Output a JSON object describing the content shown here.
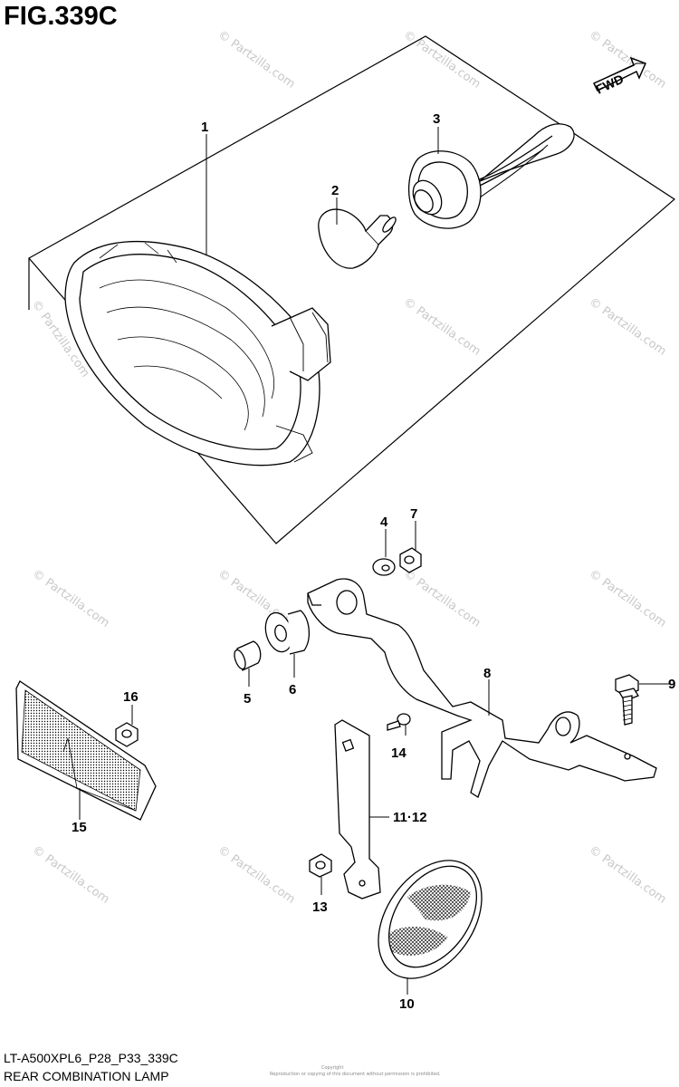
{
  "figure": {
    "title": "FIG.339C",
    "model_code": "LT-A500XPL6_P28_P33_339C",
    "caption": "REAR COMBINATION LAMP",
    "fwd_label": "FWD",
    "copyright": "Copyright",
    "copyright_sub": "Reproduction or copying of this document without permission is prohibited."
  },
  "watermark": {
    "text": "© Partzilla.com",
    "color": "#c8c8c8"
  },
  "callouts": [
    {
      "id": "1",
      "label": "1"
    },
    {
      "id": "2",
      "label": "2"
    },
    {
      "id": "3",
      "label": "3"
    },
    {
      "id": "4",
      "label": "4"
    },
    {
      "id": "5",
      "label": "5"
    },
    {
      "id": "6",
      "label": "6"
    },
    {
      "id": "7",
      "label": "7"
    },
    {
      "id": "8",
      "label": "8"
    },
    {
      "id": "9",
      "label": "9"
    },
    {
      "id": "10",
      "label": "10"
    },
    {
      "id": "11-12",
      "label": "11·12"
    },
    {
      "id": "13",
      "label": "13"
    },
    {
      "id": "14",
      "label": "14"
    },
    {
      "id": "15",
      "label": "15"
    },
    {
      "id": "16",
      "label": "16"
    }
  ]
}
